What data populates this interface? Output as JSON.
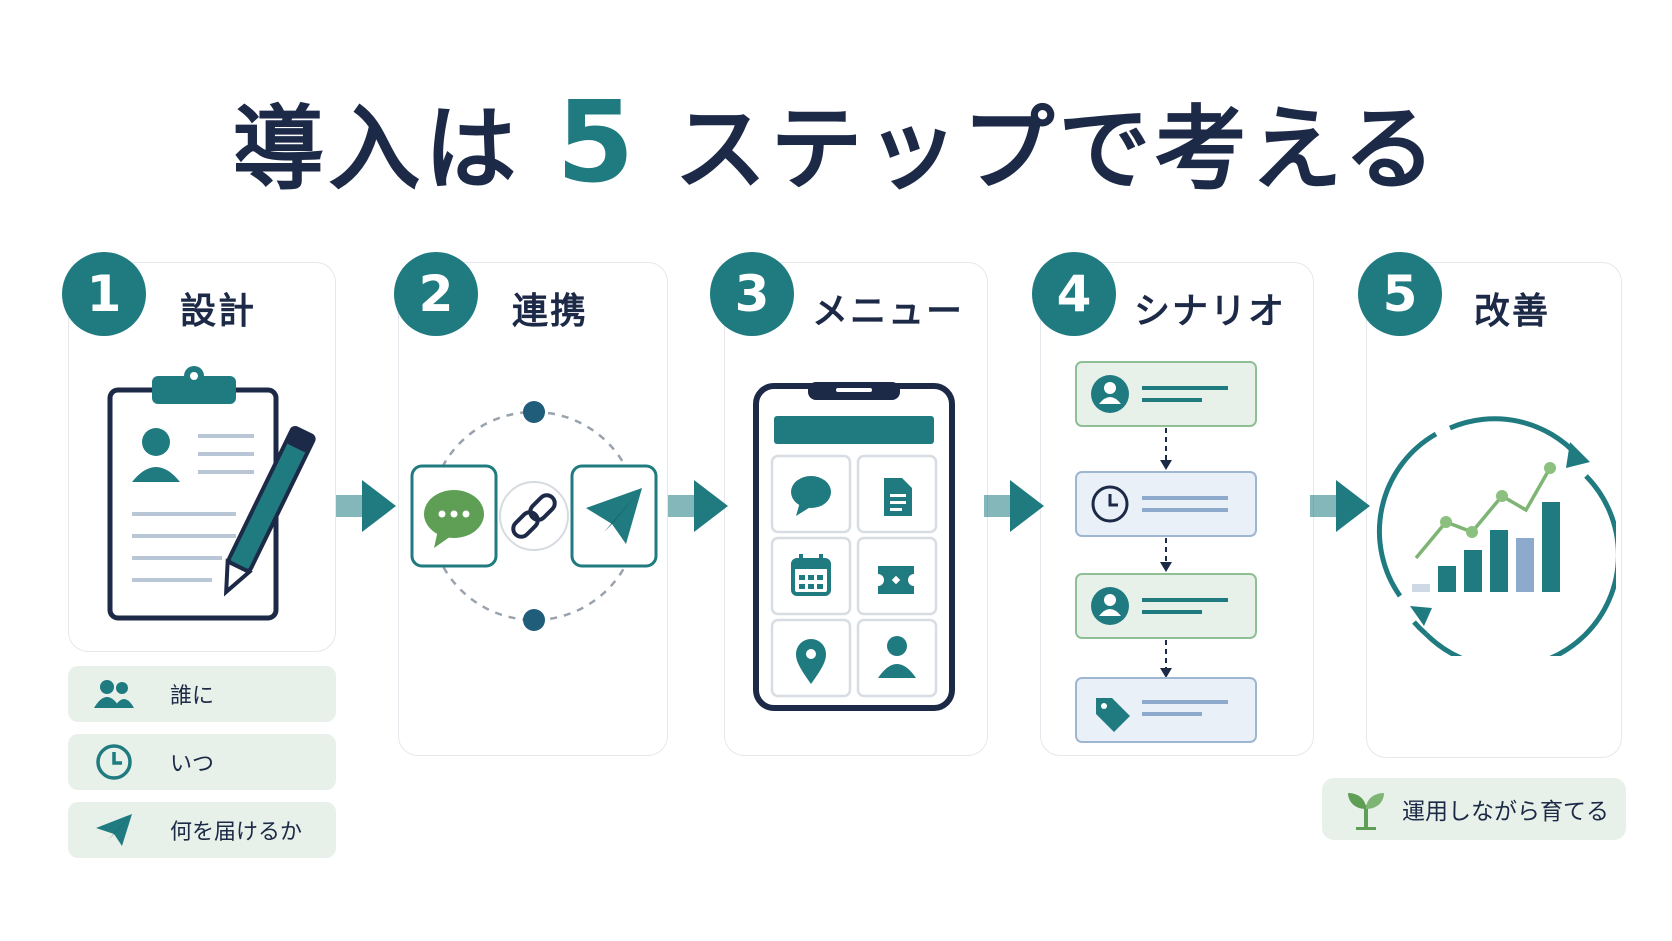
{
  "title": {
    "text_pre": "導入は",
    "highlight": "5",
    "text_post": "ステップで考える"
  },
  "steps": [
    {
      "num": "1",
      "label": "設計"
    },
    {
      "num": "2",
      "label": "連携"
    },
    {
      "num": "3",
      "label": "メニュー"
    },
    {
      "num": "4",
      "label": "シナリオ"
    },
    {
      "num": "5",
      "label": "改善"
    }
  ],
  "design_items": [
    {
      "label": "誰に",
      "icon": "users-icon"
    },
    {
      "label": "いつ",
      "icon": "clock-icon"
    },
    {
      "label": "何を届けるか",
      "icon": "send-icon"
    }
  ],
  "improve_note": {
    "label": "運用しながら育てる",
    "icon": "sprout-icon"
  },
  "colors": {
    "teal": "#1f7b80",
    "navy": "#1d2a47",
    "green": "#5e9f55",
    "mint_bg": "#e8f1e9",
    "blue_bg": "#eaf0f8",
    "line_blue": "#8da9cb"
  }
}
